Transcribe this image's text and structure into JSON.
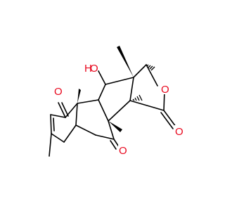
{
  "molecule": {
    "atom_labels": {
      "hydroxyl": {
        "o": "O",
        "h": "H"
      },
      "ketone_top": "O",
      "ketone_bottom": "O",
      "ring_oxygen": "O",
      "lactone_carbonyl": "O"
    },
    "colors": {
      "bond": "#000000",
      "heteroatom": "#e8071d",
      "background": "#ffffff"
    }
  }
}
